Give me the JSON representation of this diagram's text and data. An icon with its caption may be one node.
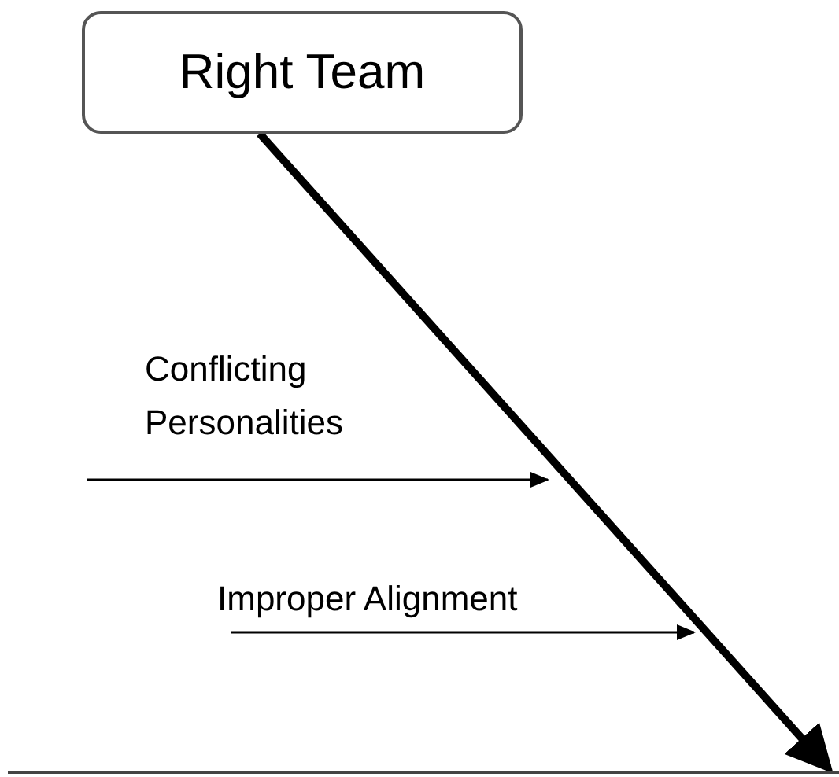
{
  "diagram": {
    "nodes": [
      {
        "text": [
          "Right Team"
        ]
      },
      {
        "text": [],
        "shape": "bar"
      }
    ],
    "edges": [
      {
        "from": 0,
        "to": 1,
        "arrow": "to"
      }
    ],
    "labels": [
      "Conflicting Personalities",
      "Improper Alignment"
    ]
  }
}
